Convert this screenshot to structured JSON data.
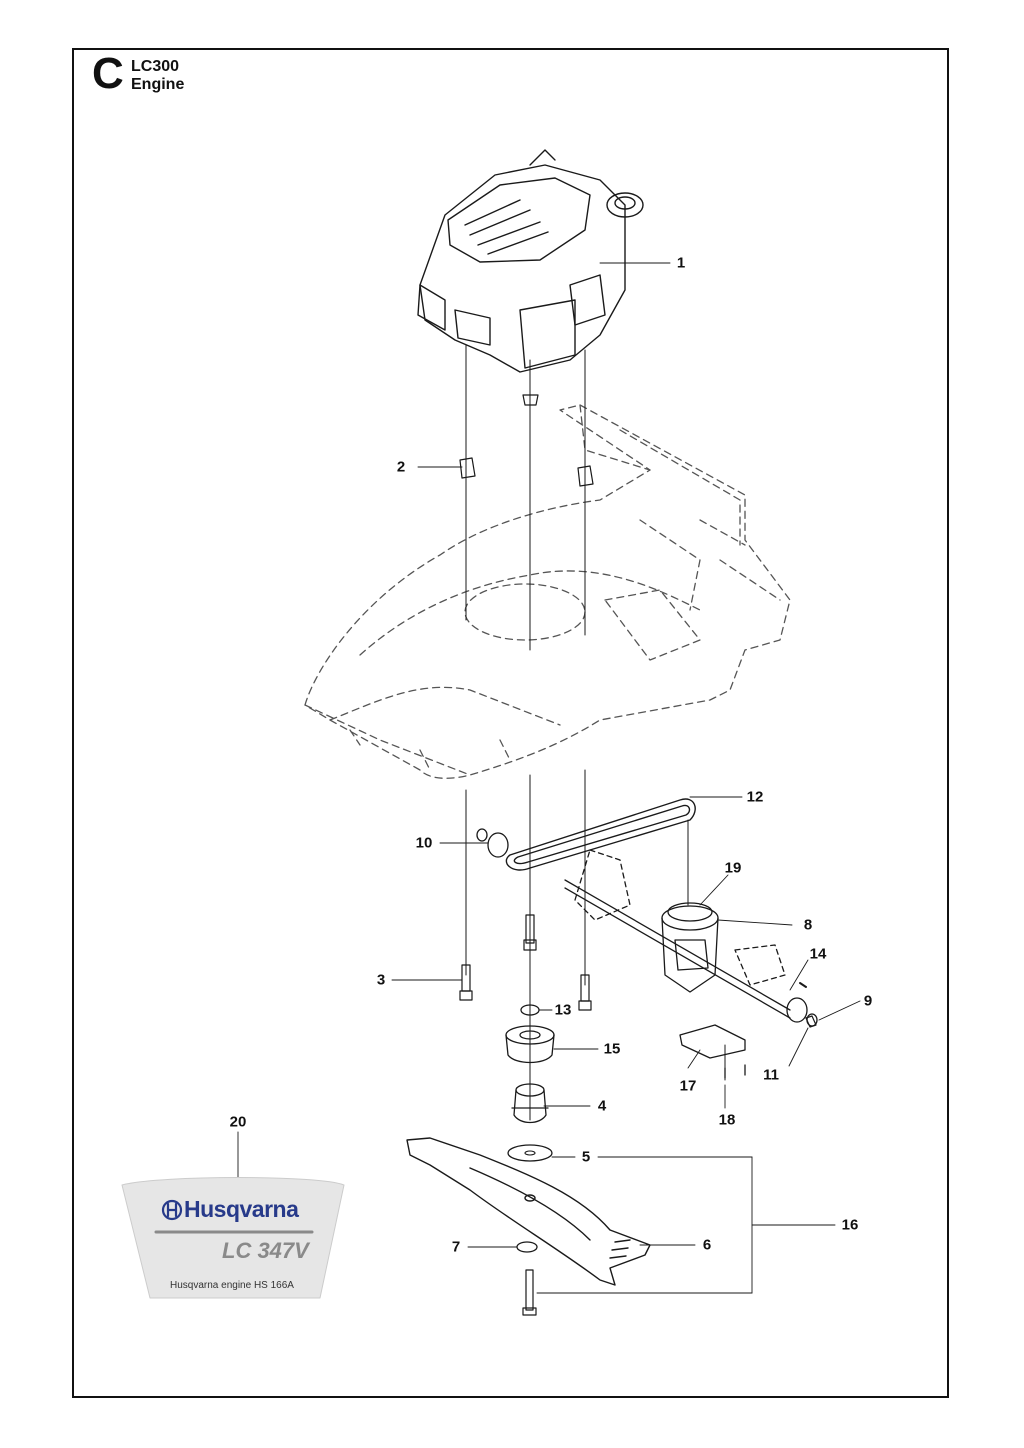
{
  "header": {
    "section_letter": "C",
    "model": "LC300",
    "title": "Engine"
  },
  "callouts": [
    {
      "id": "1",
      "label": "1",
      "part": "engine"
    },
    {
      "id": "2",
      "label": "2",
      "part": "engine-mount"
    },
    {
      "id": "3",
      "label": "3",
      "part": "bolt"
    },
    {
      "id": "4",
      "label": "4",
      "part": "blade-hub"
    },
    {
      "id": "5",
      "label": "5",
      "part": "washer"
    },
    {
      "id": "6",
      "label": "6",
      "part": "blade"
    },
    {
      "id": "7",
      "label": "7",
      "part": "washer"
    },
    {
      "id": "8",
      "label": "8",
      "part": "gearbox"
    },
    {
      "id": "9",
      "label": "9",
      "part": "pinion-gear"
    },
    {
      "id": "10",
      "label": "10",
      "part": "pinion-gear"
    },
    {
      "id": "11",
      "label": "11",
      "part": "clip"
    },
    {
      "id": "12",
      "label": "12",
      "part": "drive-belt"
    },
    {
      "id": "13",
      "label": "13",
      "part": "washer"
    },
    {
      "id": "14",
      "label": "14",
      "part": "pin"
    },
    {
      "id": "15",
      "label": "15",
      "part": "pulley"
    },
    {
      "id": "16",
      "label": "16",
      "part": "blade-kit"
    },
    {
      "id": "17",
      "label": "17",
      "part": "bracket"
    },
    {
      "id": "18",
      "label": "18",
      "part": "screw"
    },
    {
      "id": "19",
      "label": "19",
      "part": "gearbox-pulley"
    },
    {
      "id": "20",
      "label": "20",
      "part": "decal"
    }
  ],
  "decal": {
    "brand": "Husqvarna",
    "model": "LC 347V",
    "engine_text": "Husqvarna engine HS 166A"
  },
  "colors": {
    "line": "#1a1a1a",
    "deck_dashed": "#555555",
    "decal_bg": "#e6e6e6",
    "brand_blue": "#273a8a",
    "decal_gray": "#8a8a8a"
  }
}
